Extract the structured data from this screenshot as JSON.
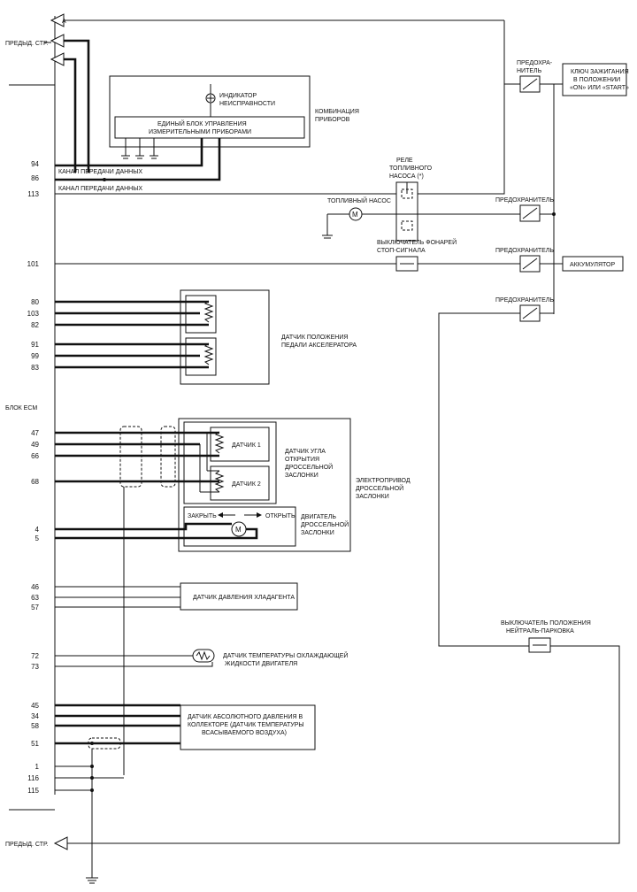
{
  "connectors": {
    "top_left": "ПРЕДЫД. СТР.",
    "bottom_left": "ПРЕДЫД. СТР."
  },
  "ecm": {
    "block_label": "БЛОК ECM",
    "data_channel_1": "КАНАЛ ПЕРЕДАЧИ ДАННЫХ",
    "data_channel_2": "КАНАЛ ПЕРЕДАЧИ ДАННЫХ",
    "pins": {
      "p94": "94",
      "p86": "86",
      "p113": "113",
      "p101": "101",
      "p80": "80",
      "p103": "103",
      "p82": "82",
      "p91": "91",
      "p99": "99",
      "p83": "83",
      "p47": "47",
      "p49": "49",
      "p66": "66",
      "p68": "68",
      "p4": "4",
      "p5": "5",
      "p46": "46",
      "p63": "63",
      "p57": "57",
      "p72": "72",
      "p73": "73",
      "p45": "45",
      "p34": "34",
      "p58": "58",
      "p51": "51",
      "p1": "1",
      "p116": "116",
      "p115": "115"
    }
  },
  "instrument_cluster": {
    "title_1": "КОМБИНАЦИЯ",
    "title_2": "ПРИБОРОВ",
    "indicator_1": "ИНДИКАТОР",
    "indicator_2": "НЕИСПРАВНОСТИ",
    "control_unit_1": "ЕДИНЫЙ БЛОК УПРАВЛЕНИЯ",
    "control_unit_2": "ИЗМЕРИТЕЛЬНЫМИ ПРИБОРАМИ"
  },
  "fuses": {
    "f1_line1": "ПРЕДОХРА-",
    "f1_line2": "НИТЕЛЬ",
    "f2": "ПРЕДОХРАНИТЕЛЬ",
    "f3": "ПРЕДОХРАНИТЕЛЬ",
    "f4": "ПРЕДОХРАНИТЕЛЬ"
  },
  "ignition": {
    "line1": "КЛЮЧ ЗАЖИГАНИЯ",
    "line2": "В ПОЛОЖЕНИИ",
    "line3": "«ON» ИЛИ «START»"
  },
  "fuel_pump_relay": {
    "line1": "РЕЛЕ",
    "line2": "ТОПЛИВНОГО",
    "line3": "НАСОСА (*)"
  },
  "fuel_pump": "ТОПЛИВНЫЙ НАСОС",
  "brake_switch": {
    "line1": "ВЫКЛЮЧАТЕЛЬ ФОНАРЕЙ",
    "line2": "СТОП-СИГНАЛА"
  },
  "battery": "АККУМУЛЯТОР",
  "pedal_sensor": {
    "line1": "ДАТЧИК ПОЛОЖЕНИЯ",
    "line2": "ПЕДАЛИ АКСЕЛЕРАТОРА"
  },
  "throttle": {
    "sensor1": "ДАТЧИК 1",
    "sensor2": "ДАТЧИК 2",
    "angle_1": "ДАТЧИК УГЛА",
    "angle_2": "ОТКРЫТИЯ",
    "angle_3": "ДРОССЕЛЬНОЙ",
    "angle_4": "ЗАСЛОНКИ",
    "drive_1": "ЭЛЕКТРОПРИВОД",
    "drive_2": "ДРОССЕЛЬНОЙ",
    "drive_3": "ЗАСЛОНКИ",
    "close": "ЗАКРЫТЬ",
    "open": "ОТКРЫТЬ",
    "motor_1": "ДВИГАТЕЛЬ",
    "motor_2": "ДРОССЕЛЬНОЙ",
    "motor_3": "ЗАСЛОНКИ"
  },
  "ac_pressure_sensor": "ДАТЧИК ДАВЛЕНИЯ ХЛАДАГЕНТА",
  "coolant_temp": {
    "line1": "ДАТЧИК ТЕМПЕРАТУРЫ ОХЛАЖДАЮЩЕЙ",
    "line2": "ЖИДКОСТИ ДВИГАТЕЛЯ"
  },
  "map_sensor": {
    "line1": "ДАТЧИК АБСОЛЮТНОГО ДАВЛЕНИЯ В",
    "line2": "КОЛЛЕКТОРЕ (ДАТЧИК ТЕМПЕРАТУРЫ",
    "line3": "ВСАСЫВАЕМОГО ВОЗДУХА)"
  },
  "neutral_switch": {
    "line1": "ВЫКЛЮЧАТЕЛЬ ПОЛОЖЕНИЯ",
    "line2": "НЕЙТРАЛЬ-ПАРКОВКА"
  }
}
